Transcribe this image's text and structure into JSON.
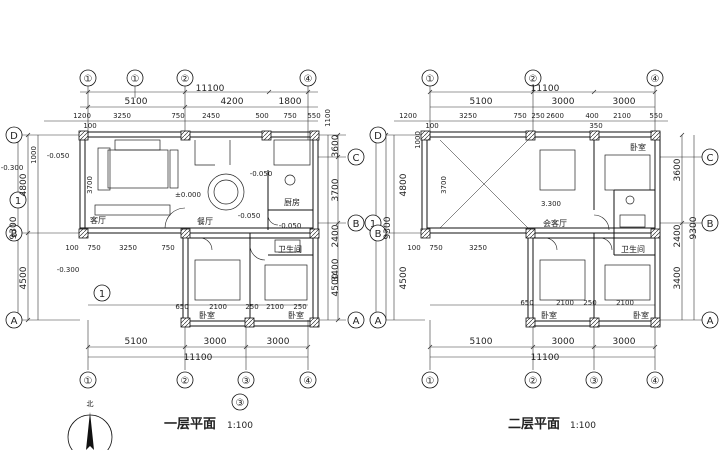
{
  "plan1": {
    "title": "一层平面",
    "scale": "1:100",
    "north_label": "北",
    "axis_top": [
      "①",
      "①",
      "②",
      "④"
    ],
    "axis_bottom": [
      "①",
      "②",
      "③",
      "④"
    ],
    "axis_sub": "③",
    "axis_left": [
      "D",
      "B",
      "A"
    ],
    "axis_right": [
      "D",
      "C",
      "B",
      "A"
    ],
    "axis_extra": [
      "1",
      "1",
      "1"
    ],
    "dims_top_total": "11100",
    "dims_top": [
      "5100",
      "4200",
      "1800"
    ],
    "dims_top_detail": [
      "1200",
      "3250",
      "750",
      "2450",
      "500",
      "750",
      "550"
    ],
    "dims_top_small": "100",
    "dims_bottom": [
      "5100",
      "3000",
      "3000"
    ],
    "dims_bottom_total": "11100",
    "dims_bottom_detail": [
      "650",
      "2100",
      "250",
      "2100",
      "250"
    ],
    "dims_left_outer": "9300",
    "dims_left": [
      "4800",
      "4500"
    ],
    "dims_left_detail": [
      "1000",
      "3700"
    ],
    "dims_left_small": [
      "100",
      "750",
      "3250",
      "750"
    ],
    "dims_right": [
      "3600",
      "3700",
      "2400",
      "3400",
      "4500"
    ],
    "dims_right_top": "1100",
    "levels": [
      "-0.050",
      "-0.300",
      "±0.000",
      "-0.050",
      "-0.050",
      "-0.300",
      "-0.050"
    ],
    "rooms": [
      "客厅",
      "餐厅",
      "厨房",
      "卫生间",
      "卧室",
      "卧室"
    ]
  },
  "plan2": {
    "title": "二层平面",
    "scale": "1:100",
    "axis_top": [
      "①",
      "②",
      "④"
    ],
    "axis_bottom": [
      "①",
      "②",
      "③",
      "④"
    ],
    "axis_left": [
      "D",
      "B",
      "A"
    ],
    "axis_right": [
      "C",
      "B",
      "A"
    ],
    "dims_top_total": "11100",
    "dims_top": [
      "5100",
      "3000",
      "3000"
    ],
    "dims_top_detail": [
      "1200",
      "3250",
      "750",
      "250",
      "2600",
      "400",
      "2100",
      "550"
    ],
    "dims_top_small": [
      "100",
      "350"
    ],
    "dims_bottom": [
      "5100",
      "3000",
      "3000"
    ],
    "dims_bottom_total": "11100",
    "dims_bottom_detail": [
      "650",
      "2100",
      "250",
      "2100"
    ],
    "dims_left_outer": "9300",
    "dims_left": [
      "4800",
      "4500"
    ],
    "dims_left_detail": [
      "1000",
      "3700"
    ],
    "dims_left_small": [
      "100",
      "750",
      "3250"
    ],
    "dims_right": [
      "3600",
      "2400",
      "3400"
    ],
    "dims_right_outer": "9300",
    "levels": [
      "3.300"
    ],
    "rooms": [
      "会客厅",
      "卧室",
      "卫生间",
      "卧室",
      "卧室"
    ]
  }
}
